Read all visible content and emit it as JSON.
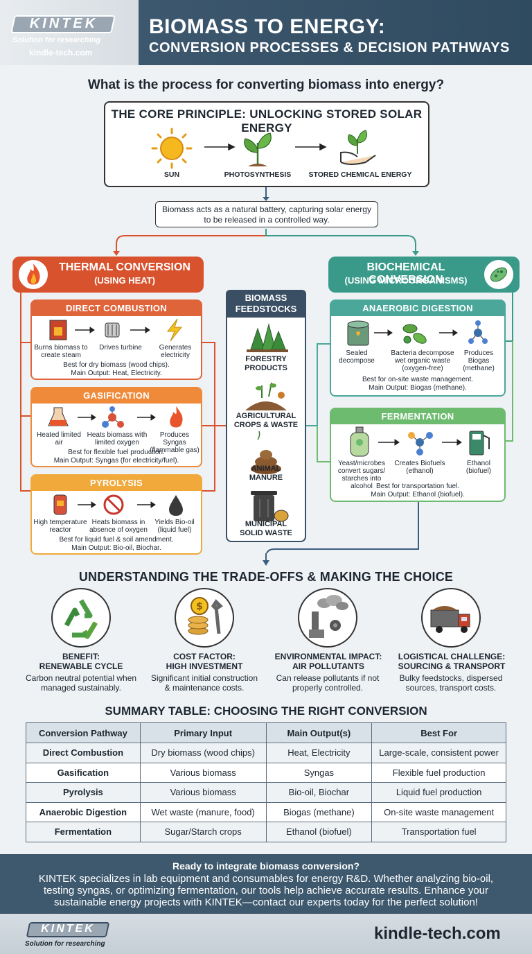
{
  "header": {
    "logo": "KINTEK",
    "logo_tagline": "Solution for researching",
    "logo_url": "kindle-tech.com",
    "title_line1": "BIOMASS TO ENERGY:",
    "title_line2": "CONVERSION PROCESSES & DECISION PATHWAYS"
  },
  "question": "What is the process for converting biomass into energy?",
  "core": {
    "title": "THE CORE PRINCIPLE: UNLOCKING STORED SOLAR ENERGY",
    "steps": [
      "SUN",
      "PHOTOSYNTHESIS",
      "STORED CHEMICAL ENERGY"
    ],
    "callout_line1": "Biomass acts as a natural battery, capturing solar energy",
    "callout_line2": "to be released in a controlled way."
  },
  "thermal": {
    "title": "THERMAL CONVERSION",
    "subtitle": "(USING HEAT)",
    "processes": [
      {
        "name": "DIRECT COMBUSTION",
        "steps": [
          "Burns biomass to create steam",
          "Drives turbine",
          "Generates electricity"
        ],
        "best": "Best for dry biomass (wood chips).",
        "output": "Main Output: Heat, Electricity."
      },
      {
        "name": "GASIFICATION",
        "steps": [
          "Heated limited air",
          "Heats biomass with limited oxygen",
          "Produces Syngas (flammable gas)"
        ],
        "best": "Best for flexible fuel production.",
        "output": "Main Output: Syngas (for electricity/fuel)."
      },
      {
        "name": "PYROLYSIS",
        "steps": [
          "High temperature reactor",
          "Heats biomass in absence of oxygen",
          "Yields Bio-oil (liquid fuel)"
        ],
        "best": "Best for liquid fuel & soil amendment.",
        "output": "Main Output: Bio-oil, Biochar."
      }
    ]
  },
  "feedstocks": {
    "title": "BIOMASS FEEDSTOCKS",
    "items": [
      "FORESTRY PRODUCTS",
      "AGRICULTURAL CROPS & WASTE",
      "ANIMAL MANURE",
      "MUNICIPAL SOLID WASTE"
    ]
  },
  "biochemical": {
    "title": "BIOCHEMICAL CONVERSION",
    "subtitle": "(USING MICROORGANISMS)",
    "processes": [
      {
        "name": "ANAEROBIC DIGESTION",
        "steps": [
          "Sealed decompose",
          "Bacteria decompose wet organic waste (oxygen-free)",
          "Produces Biogas (methane)"
        ],
        "best": "Best for on-site waste management.",
        "output": "Main Output: Biogas (methane)."
      },
      {
        "name": "FERMENTATION",
        "steps": [
          "Yeast/microbes convert sugars/ starches into alcohol",
          "Creates Biofuels (ethanol)",
          "Ethanol (biofuel)"
        ],
        "best": "Best for transportation fuel.",
        "output": "Main Output: Ethanol (biofuel)."
      }
    ]
  },
  "tradeoffs": {
    "title": "UNDERSTANDING THE TRADE-OFFS & MAKING THE CHOICE",
    "items": [
      {
        "t1": "BENEFIT:",
        "t2": "RENEWABLE CYCLE",
        "d1": "Carbon neutral potential when",
        "d2": "managed sustainably."
      },
      {
        "t1": "COST FACTOR:",
        "t2": "HIGH INVESTMENT",
        "d1": "Significant initial construction",
        "d2": "& maintenance costs."
      },
      {
        "t1": "ENVIRONMENTAL IMPACT:",
        "t2": "AIR POLLUTANTS",
        "d1": "Can release pollutants if not",
        "d2": "properly controlled."
      },
      {
        "t1": "LOGISTICAL CHALLENGE:",
        "t2": "SOURCING & TRANSPORT",
        "d1": "Bulky feedstocks, dispersed",
        "d2": "sources, transport costs."
      }
    ]
  },
  "table": {
    "title": "SUMMARY TABLE: CHOOSING THE RIGHT CONVERSION",
    "headers": [
      "Conversion Pathway",
      "Primary Input",
      "Main Output(s)",
      "Best For"
    ],
    "rows": [
      [
        "Direct Combustion",
        "Dry biomass (wood chips)",
        "Heat, Electricity",
        "Large-scale, consistent power"
      ],
      [
        "Gasification",
        "Various biomass",
        "Syngas",
        "Flexible fuel production"
      ],
      [
        "Pyrolysis",
        "Various biomass",
        "Bio-oil, Biochar",
        "Liquid fuel production"
      ],
      [
        "Anaerobic Digestion",
        "Wet waste (manure, food)",
        "Biogas (methane)",
        "On-site waste management"
      ],
      [
        "Fermentation",
        "Sugar/Starch crops",
        "Ethanol (biofuel)",
        "Transportation fuel"
      ]
    ]
  },
  "footer": {
    "cta_title": "Ready to integrate biomass conversion?",
    "cta_line1": "KINTEK specializes in lab equipment and consumables for energy R&D. Whether analyzing bio-oil,",
    "cta_line2": "testing syngas, or optimizing fermentation, our tools help achieve accurate results. Enhance your",
    "cta_line3": "sustainable energy projects with KINTEK—contact our experts today for the perfect solution!",
    "logo": "KINTEK",
    "logo_tagline": "Solution for researching",
    "url": "kindle-tech.com"
  },
  "colors": {
    "thermal": "#d8522e",
    "direct_combustion": "#e0643a",
    "gasification": "#ef8a3a",
    "pyrolysis": "#f0a93a",
    "biochemical": "#3a9a8a",
    "anaerobic": "#4aa79a",
    "fermentation": "#6dbb6e",
    "navy": "#3a4f63"
  }
}
